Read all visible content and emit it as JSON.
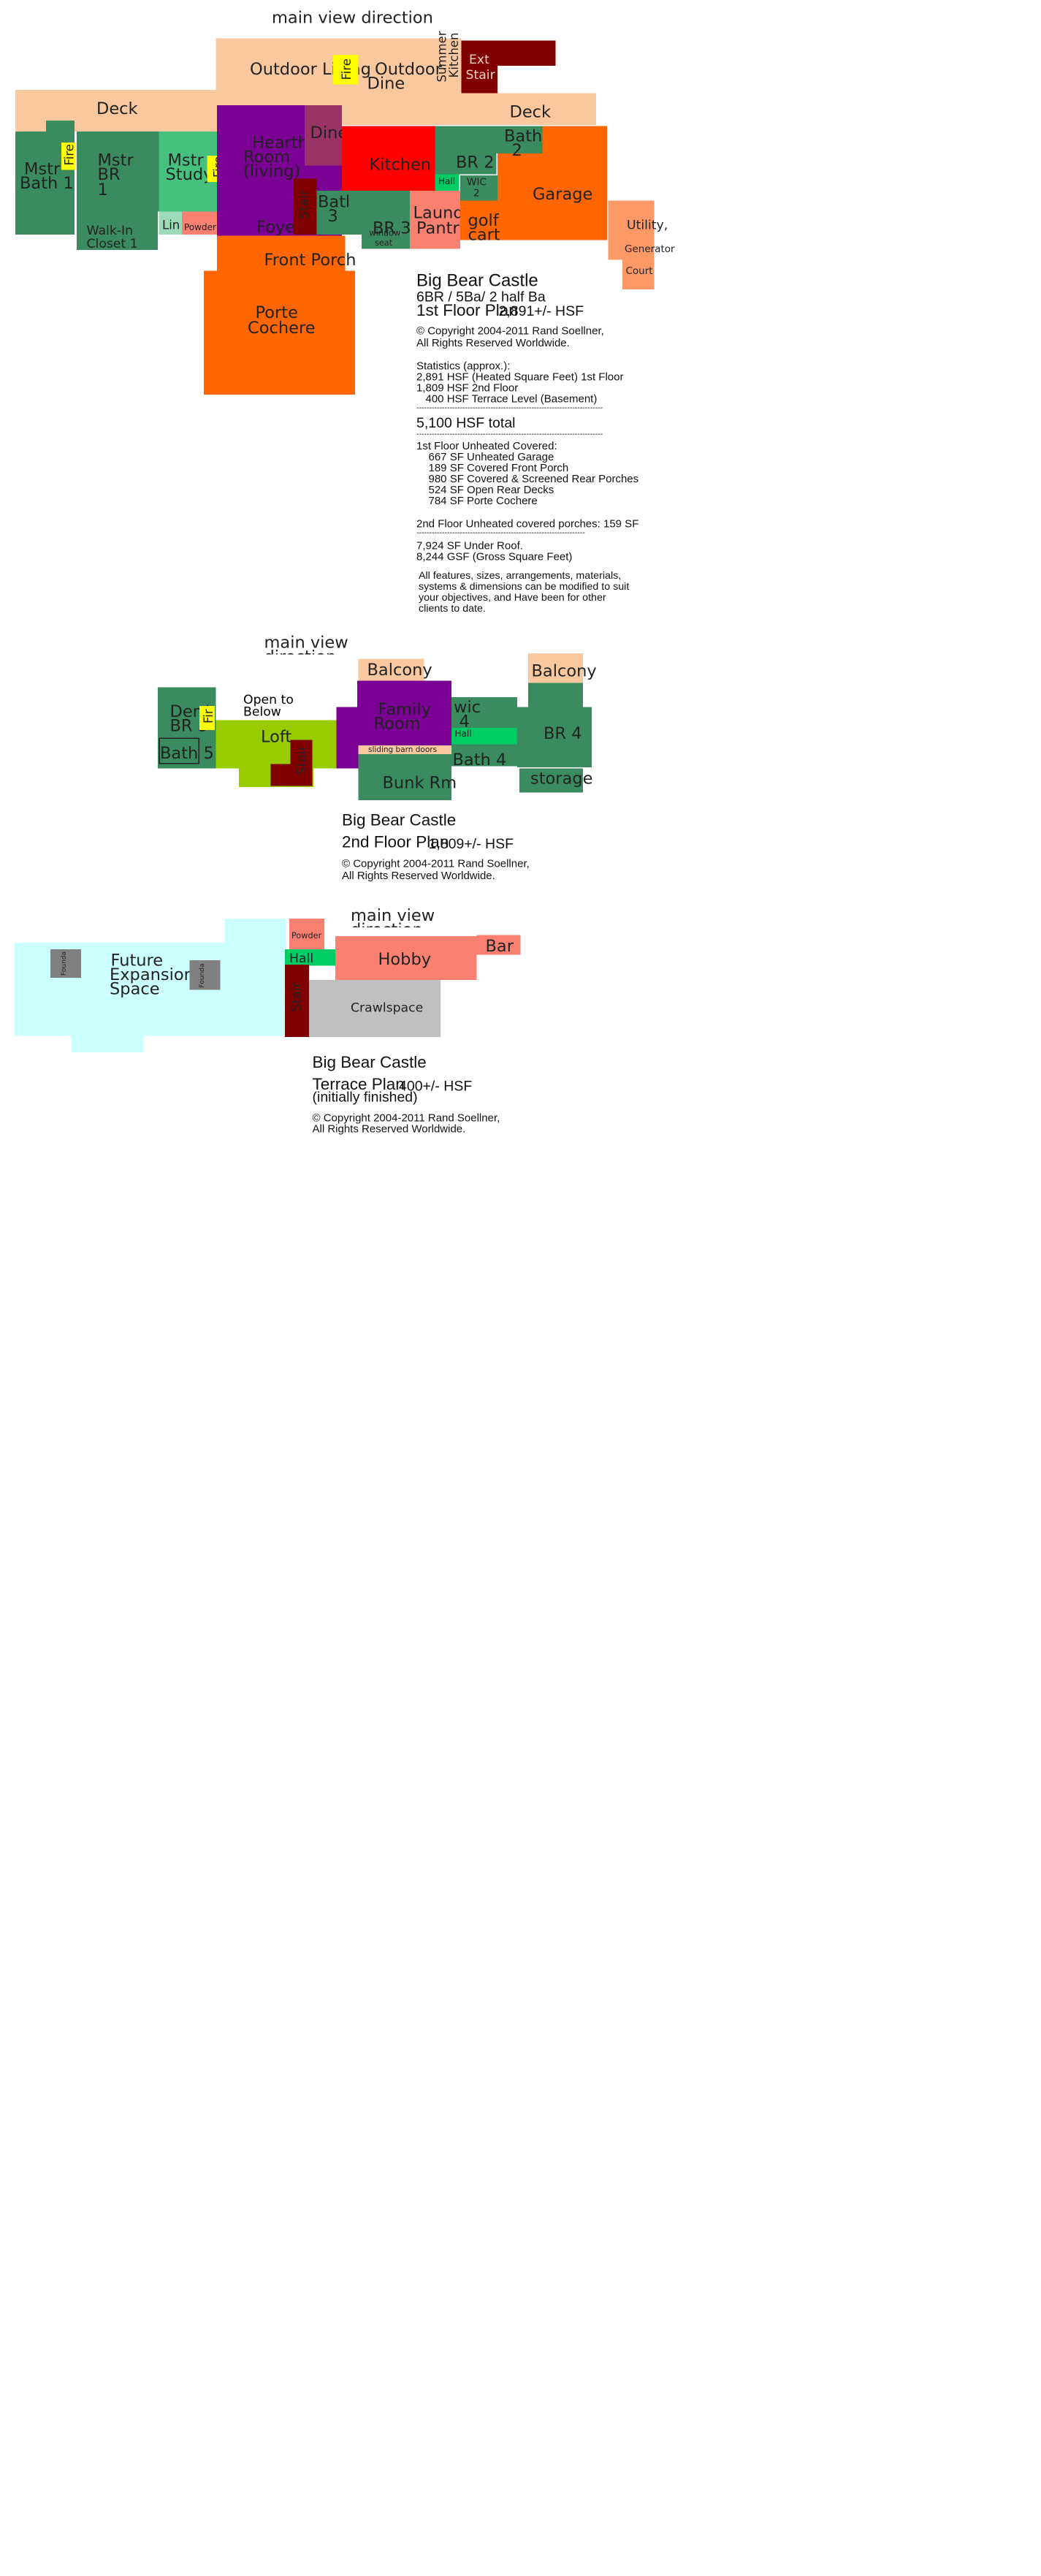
{
  "colors": {
    "peach": "#f9c89e",
    "green": "#3a8c5e",
    "lightgreen": "#47c07d",
    "purple": "#7b0094",
    "mauve": "#993366",
    "red": "#ff0000",
    "orange": "#ff6600",
    "salmon": "#fa8072",
    "lightorange": "#fd9966",
    "maroon": "#800000",
    "yellow": "#ffff00",
    "lime": "#99cc00",
    "brightgreen": "#00cc66",
    "cyan": "#ccffff",
    "gray": "#808080",
    "lightgray": "#c0c0c0",
    "paleteal": "#9ddbb8"
  },
  "floor1": {
    "view_label": "main view direction",
    "rooms": {
      "outdoor_living": "Outdoor Living",
      "fire_outdoor": "Fire",
      "outdoor_dine": [
        "Outdoor",
        "Dine"
      ],
      "summer_kitchen": [
        "Summer",
        "Kitchen"
      ],
      "ext_stair": [
        "Ext",
        "Stair"
      ],
      "deck_left": "Deck",
      "deck_right": "Deck",
      "mstr_bath": [
        "Mstr",
        "Bath  1"
      ],
      "fire_bath": "Fire",
      "mstr_br": [
        "Mstr",
        "BR",
        "1"
      ],
      "mstr_study": [
        "Mstr",
        "Study"
      ],
      "fire_study": "Fire",
      "hearth_room": [
        "Hearth",
        "Room",
        "(living)"
      ],
      "dine": "Dine",
      "kitchen": "Kitchen",
      "br2": "BR 2",
      "bath2": [
        "Bath",
        "2"
      ],
      "hall": "Hall",
      "wic2": [
        "WIC",
        "2"
      ],
      "garage": "Garage",
      "golf_cart": [
        "golf",
        "cart"
      ],
      "laundry": [
        "Laundry",
        "Pantry"
      ],
      "br3": "BR 3",
      "window_seat": [
        "window",
        "seat"
      ],
      "bath3": [
        "Bath",
        "3"
      ],
      "stair": "Stair",
      "foyer": "Foyer",
      "walkin": [
        "Walk-In",
        "Closet 1"
      ],
      "lin": "Lin",
      "powder": "Powder",
      "front_porch": "Front Porch",
      "porte_cochere": [
        "Porte",
        "Cochere"
      ],
      "utility": [
        "Utility,",
        "Generator",
        "Court"
      ]
    },
    "info": {
      "title": "Big Bear Castle",
      "beds": "6BR / 5Ba/ 2 half Ba",
      "plan_name": "1st Floor Plan",
      "plan_area": "2,891+/- HSF",
      "copyright": "© Copyright 2004-2011 Rand Soellner,",
      "rights": "All Rights Reserved Worldwide.",
      "stats_header": "Statistics (approx.):",
      "stats": [
        "2,891 HSF (Heated Square Feet) 1st Floor",
        "1,809 HSF 2nd Floor",
        "   400 HSF Terrace Level (Basement)"
      ],
      "separator": "-------------------------------------------------------------------------",
      "total": "5,100 HSF total",
      "unheated_header": "1st Floor Unheated Covered:",
      "unheated": [
        "667 SF Unheated Garage",
        "189 SF Covered Front Porch",
        "980 SF Covered & Screened Rear Porches",
        "524 SF Open Rear Decks",
        "784 SF Porte Cochere"
      ],
      "second_unheated": "2nd Floor Unheated covered porches: 159 SF",
      "separator2": "------------------------------------------------------------------",
      "under_roof": "7,924 SF Under Roof.",
      "gross": "8,244 GSF (Gross Square Feet)",
      "note": [
        "All features, sizes, arrangements, materials,",
        "systems & dimensions can be modified to suit",
        "your objectives, and Have been for other",
        "clients to date."
      ]
    }
  },
  "floor2": {
    "view_label": [
      "main view",
      "direction"
    ],
    "rooms": {
      "balcony_left": "Balcony",
      "balcony_right": "Balcony",
      "den": [
        "Den/",
        "BR 5"
      ],
      "fire": "Fir",
      "bath5": "Bath 5",
      "open_below": [
        "Open to",
        "Below"
      ],
      "loft": "Loft",
      "stair": "Stair",
      "family": [
        "Family",
        "Room"
      ],
      "barn_doors": "sliding barn doors",
      "bunk": "Bunk Rm",
      "wic4": [
        "wic",
        "4"
      ],
      "hall": "Hall",
      "bath4": "Bath 4",
      "br4": "BR 4",
      "storage": "storage"
    },
    "info": {
      "title": "Big Bear Castle",
      "plan_name": "2nd Floor Plan",
      "plan_area": "1,809+/- HSF",
      "copyright": "© Copyright 2004-2011 Rand Soellner,",
      "rights": "All Rights Reserved Worldwide."
    }
  },
  "terrace": {
    "view_label": [
      "main view",
      "direction"
    ],
    "rooms": {
      "future": [
        "Future",
        "Expansion",
        "Space"
      ],
      "foundation": "Foundation",
      "powder": "Powder",
      "hall": "Hall",
      "stair": "Stair",
      "hobby": "Hobby",
      "bar": "Bar",
      "crawlspace": "Crawlspace"
    },
    "info": {
      "title": "Big Bear Castle",
      "plan_name": "Terrace Plan",
      "plan_area": "400+/- HSF",
      "initially": "(initially finished)",
      "copyright": "© Copyright 2004-2011 Rand Soellner,",
      "rights": "All Rights Reserved Worldwide."
    }
  }
}
